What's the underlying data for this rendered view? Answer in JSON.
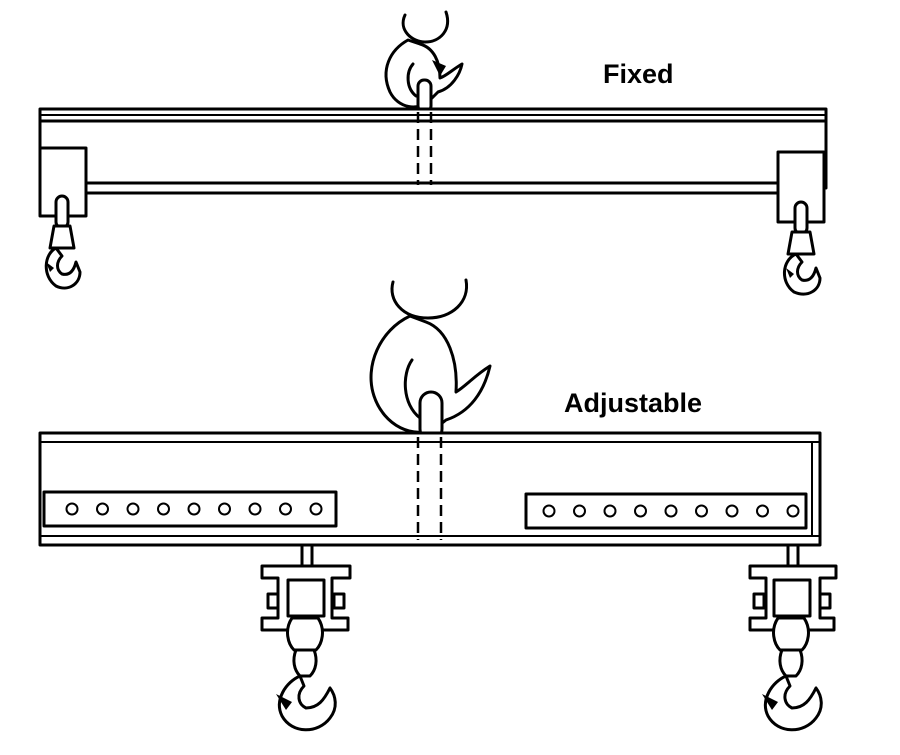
{
  "labels": {
    "fixed": "Fixed",
    "adjustable": "Adjustable"
  },
  "style": {
    "line_color": "#000000",
    "background": "#ffffff"
  },
  "adjustable_beam": {
    "hole_rows": [
      {
        "side": "left",
        "hole_count": 9
      },
      {
        "side": "right",
        "hole_count": 9
      }
    ]
  }
}
